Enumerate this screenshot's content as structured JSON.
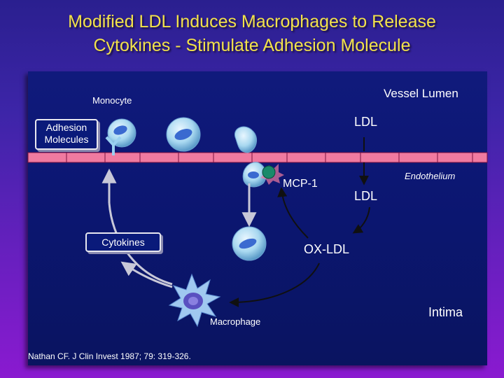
{
  "title": {
    "line1": "Modified LDL Induces Macrophages to Release",
    "line2": "Cytokines - Stimulate Adhesion Molecule"
  },
  "labels": {
    "vessel_lumen": "Vessel Lumen",
    "monocyte": "Monocyte",
    "ldl_top": "LDL",
    "adhesion_molecules": "Adhesion Molecules",
    "mcp1": "MCP-1",
    "endothelium": "Endothelium",
    "ldl_bottom": "LDL",
    "cytokines": "Cytokines",
    "ox_ldl": "OX-LDL",
    "macrophage": "Macrophage",
    "intima": "Intima"
  },
  "citation": "Nathan CF. J Clin Invest 1987; 79: 319-326.",
  "colors": {
    "title": "#f2e24a",
    "endothelium": "#f07aa0",
    "cell": "#a8d8f0",
    "nucleus": "#3a6ad0",
    "mcp1_dot": "#1a8a6a",
    "macrophage_star": "#a0c8f0"
  }
}
